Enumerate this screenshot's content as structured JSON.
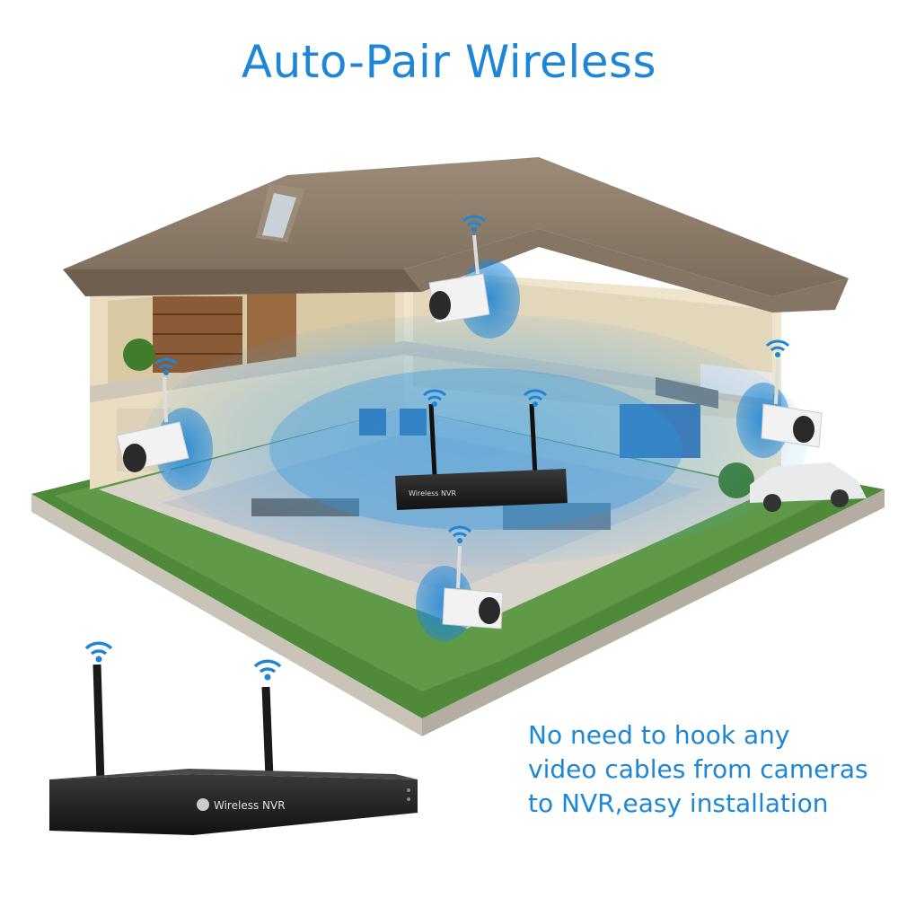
{
  "title": "Auto-Pair Wireless",
  "caption_lines": [
    "No need to hook any",
    "video cables from cameras",
    "to NVR,easy installation"
  ],
  "nvr_small_label": "Wireless NVR",
  "nvr_large_label": "Wireless NVR",
  "colors": {
    "accent": "#1e86d6",
    "coverage": "#3aa0e6",
    "roof": "#8a7a68",
    "lawn": "#4f8a3a",
    "nvr": "#1c1c1c"
  },
  "icons": [
    "wifi-icon",
    "camera-icon",
    "nvr-icon",
    "house-illustration"
  ]
}
